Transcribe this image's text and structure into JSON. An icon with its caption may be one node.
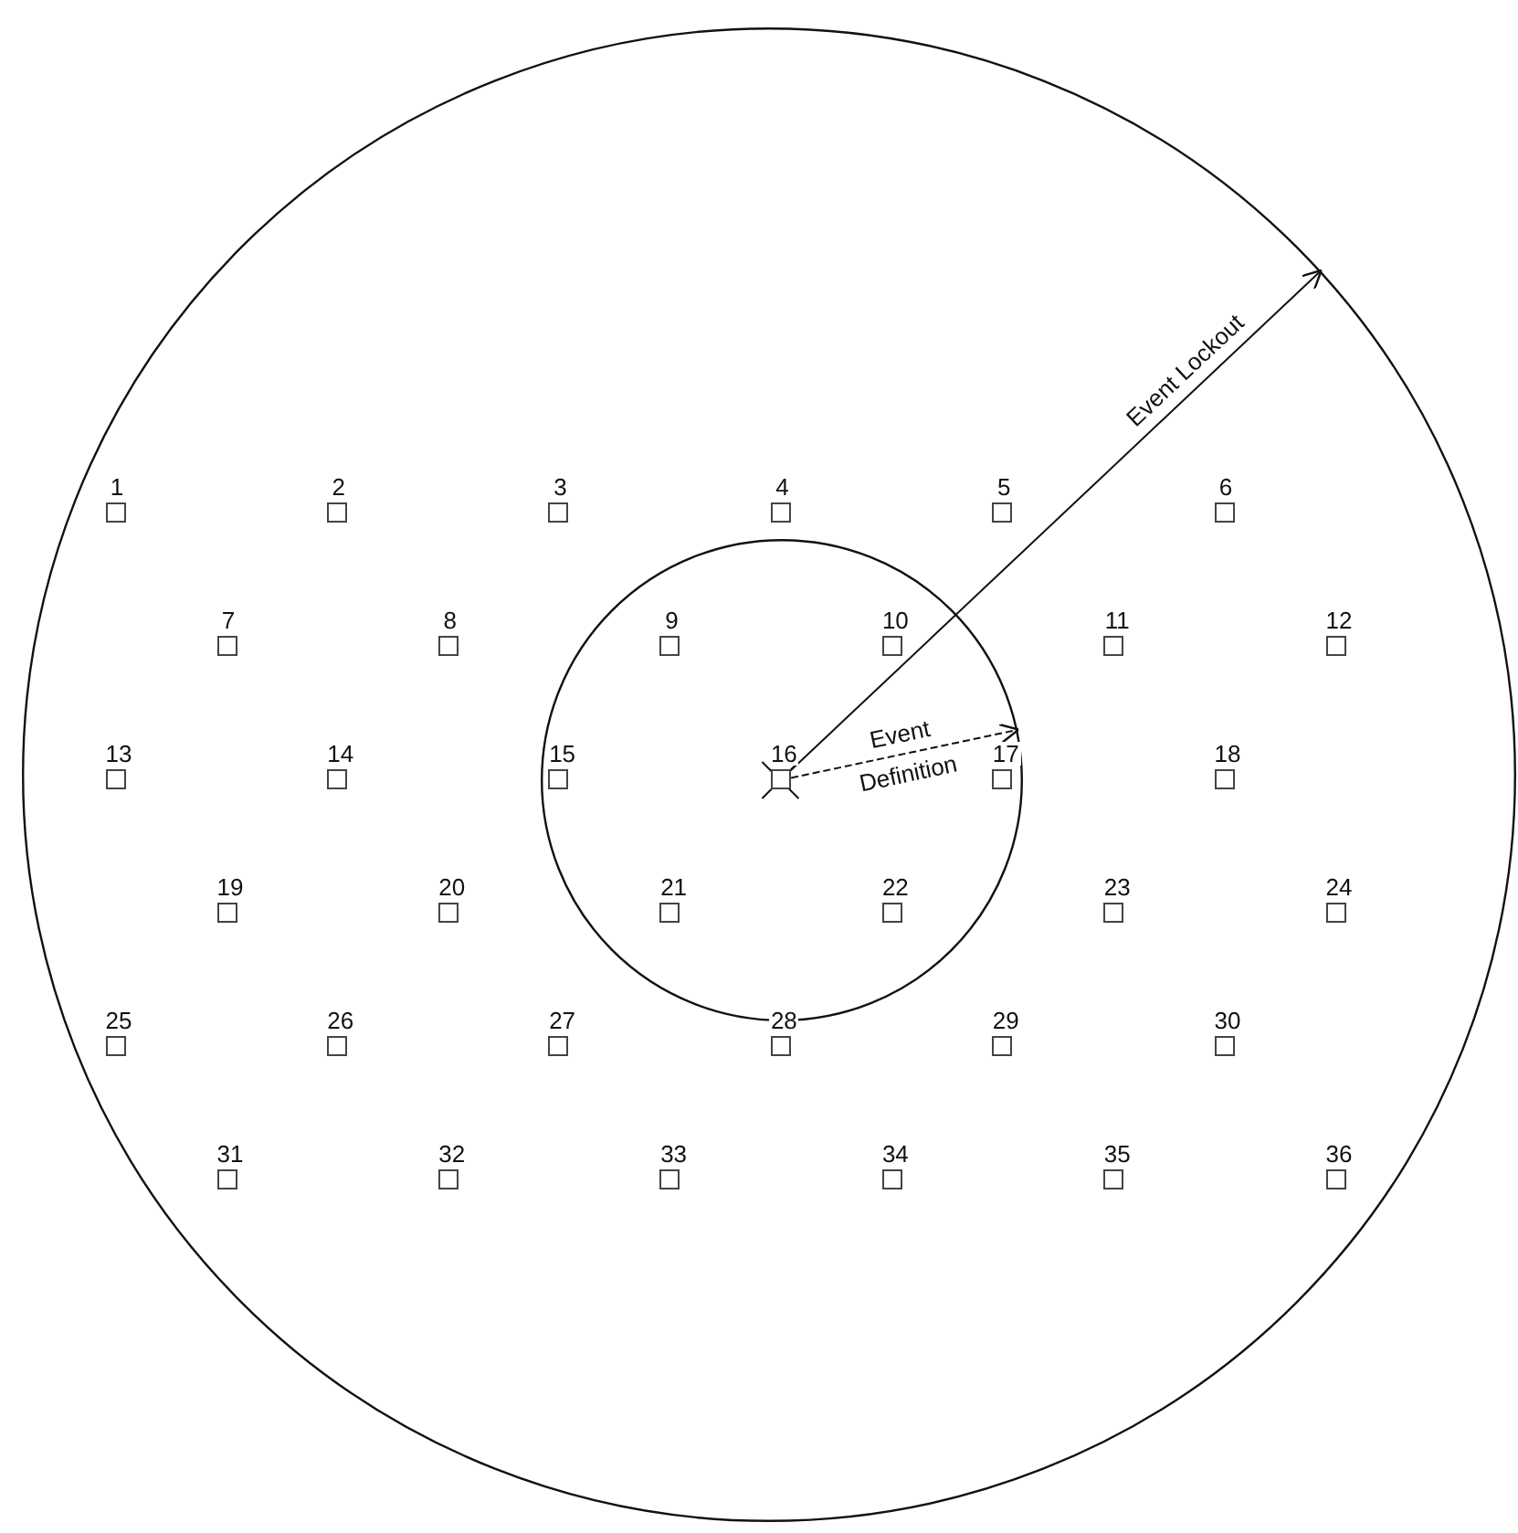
{
  "diagram": {
    "nodes": [
      {
        "text": [],
        "shape": "circle"
      },
      {
        "text": [
          "1"
        ],
        "in": 0
      },
      {
        "text": [
          "2"
        ],
        "in": 0
      },
      {
        "text": [
          "3"
        ],
        "in": 0
      },
      {
        "text": [
          "4"
        ],
        "in": 0
      },
      {
        "text": [
          "5"
        ],
        "in": 0
      },
      {
        "text": [
          "6"
        ],
        "in": 0
      },
      {
        "text": [
          "7"
        ],
        "in": 0
      },
      {
        "text": [
          "8"
        ],
        "in": 0
      },
      {
        "text": [],
        "shape": "circle",
        "in": 0
      },
      {
        "text": [
          "9"
        ],
        "in": 9
      },
      {
        "text": [
          "10"
        ],
        "in": 9
      },
      {
        "text": [
          "11"
        ],
        "in": 0
      },
      {
        "text": [
          "12"
        ],
        "in": 0
      },
      {
        "text": [
          "13"
        ],
        "in": 0
      },
      {
        "text": [
          "14"
        ],
        "in": 0
      },
      {
        "text": [
          "15"
        ],
        "in": 9
      },
      {
        "text": [
          "16"
        ],
        "in": 9
      },
      {
        "text": [
          "17"
        ],
        "in": 9
      },
      {
        "text": [
          "18"
        ],
        "in": 0
      },
      {
        "text": [
          "19"
        ],
        "in": 0
      },
      {
        "text": [
          "20"
        ],
        "in": 0
      },
      {
        "text": [
          "21"
        ],
        "in": 9
      },
      {
        "text": [
          "22"
        ],
        "in": 9
      },
      {
        "text": [
          "23"
        ],
        "in": 0
      },
      {
        "text": [
          "24"
        ],
        "in": 0
      },
      {
        "text": [
          "25"
        ],
        "in": 0
      },
      {
        "text": [
          "26"
        ],
        "in": 0
      },
      {
        "text": [
          "27"
        ],
        "in": 0
      },
      {
        "text": [
          "28"
        ],
        "in": 0
      },
      {
        "text": [
          "29"
        ],
        "in": 0
      },
      {
        "text": [
          "30"
        ],
        "in": 0
      },
      {
        "text": [
          "31"
        ],
        "in": 0
      },
      {
        "text": [
          "32"
        ],
        "in": 0
      },
      {
        "text": [
          "33"
        ],
        "in": 0
      },
      {
        "text": [
          "34"
        ],
        "in": 0
      },
      {
        "text": [
          "35"
        ],
        "in": 0
      },
      {
        "text": [
          "36"
        ],
        "in": 0
      }
    ],
    "edges": [
      {
        "from": 17,
        "to": 0,
        "arrow": "to",
        "label": "Event Lockout"
      },
      {
        "from": 17,
        "to": 9,
        "arrow": "to",
        "label": "Event Definition",
        "style": "dashed"
      }
    ]
  }
}
